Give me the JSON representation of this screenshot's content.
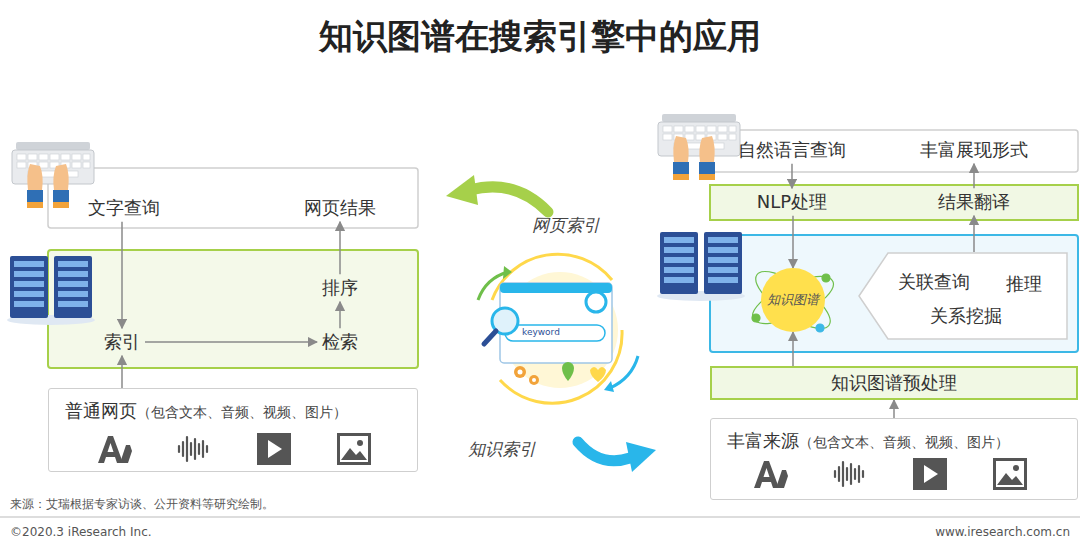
{
  "diagram": {
    "title": "知识图谱在搜索引擎中的应用",
    "nodes": [
      {
        "text": [
          "文字查询"
        ]
      },
      {
        "text": [
          "网页结果"
        ]
      },
      {
        "text": [
          "排序"
        ]
      },
      {
        "text": [
          "索引"
        ]
      },
      {
        "text": [
          "检索"
        ]
      },
      {
        "text": [
          "普通网页",
          "（包含文本、音频、视频、图片）"
        ]
      },
      {
        "text": [
          "自然语言查询"
        ]
      },
      {
        "text": [
          "丰富展现形式"
        ]
      },
      {
        "text": [
          "NLP处理"
        ]
      },
      {
        "text": [
          "结果翻译"
        ]
      },
      {
        "text": [
          "知识图谱"
        ]
      },
      {
        "text": [
          "关联查询",
          "推理",
          "关系挖掘"
        ]
      },
      {
        "text": [
          "知识图谱预处理"
        ]
      },
      {
        "text": [
          "丰富来源",
          "（包含文本、音频、视频、图片）"
        ]
      }
    ],
    "edges": [
      {
        "from": 0,
        "to": 3,
        "arrow": "to"
      },
      {
        "from": 3,
        "to": 4,
        "arrow": "to"
      },
      {
        "from": 4,
        "to": 2,
        "arrow": "to"
      },
      {
        "from": 2,
        "to": 1,
        "arrow": "to"
      },
      {
        "from": 5,
        "to": 3,
        "arrow": "to"
      },
      {
        "from": 6,
        "to": 8,
        "arrow": "to"
      },
      {
        "from": 8,
        "to": 10,
        "arrow": "to"
      },
      {
        "from": 11,
        "to": 9,
        "arrow": "to"
      },
      {
        "from": 9,
        "to": 7,
        "arrow": "to"
      },
      {
        "from": 12,
        "to": 10,
        "arrow": "to"
      },
      {
        "from": 13,
        "to": 12,
        "arrow": "to"
      }
    ],
    "labels": [
      "网页索引",
      "知识索引",
      "keyword",
      "来源：艾瑞根据专家访谈、公开资料等研究绘制。",
      "©2020.3 iResearch Inc.",
      "www.iresearch.com.cn"
    ]
  }
}
